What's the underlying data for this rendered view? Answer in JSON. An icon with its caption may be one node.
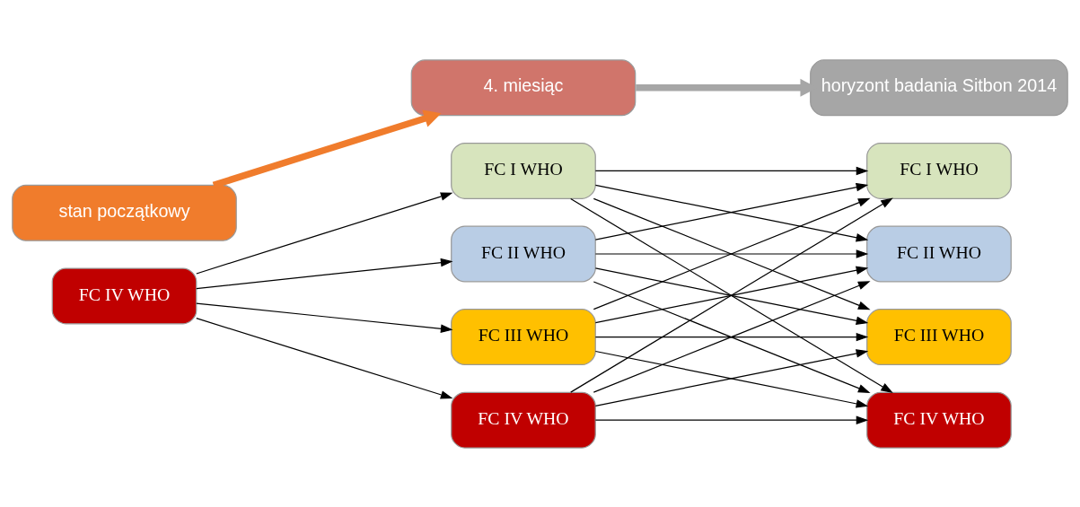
{
  "diagram": {
    "nodes": [
      {
        "text": [
          "stan początkowy"
        ]
      },
      {
        "text": [
          "4. miesiąc"
        ]
      },
      {
        "text": [
          "horyzont badania Sitbon 2014"
        ]
      },
      {
        "text": [
          "FC IV WHO"
        ]
      },
      {
        "text": [
          "FC I WHO"
        ]
      },
      {
        "text": [
          "FC II WHO"
        ]
      },
      {
        "text": [
          "FC III WHO"
        ]
      },
      {
        "text": [
          "FC IV WHO"
        ]
      },
      {
        "text": [
          "FC I WHO"
        ]
      },
      {
        "text": [
          "FC II WHO"
        ]
      },
      {
        "text": [
          "FC III WHO"
        ]
      },
      {
        "text": [
          "FC IV WHO"
        ]
      }
    ],
    "edges": [
      {
        "from": 0,
        "to": 1,
        "arrow": "to",
        "style": "thick",
        "color": "#f07c2c"
      },
      {
        "from": 1,
        "to": 2,
        "arrow": "to",
        "style": "thick",
        "color": "#a6a6a6"
      },
      {
        "from": 3,
        "to": 4,
        "arrow": "to"
      },
      {
        "from": 3,
        "to": 5,
        "arrow": "to"
      },
      {
        "from": 3,
        "to": 6,
        "arrow": "to"
      },
      {
        "from": 3,
        "to": 7,
        "arrow": "to"
      },
      {
        "from": 4,
        "to": 8,
        "arrow": "to"
      },
      {
        "from": 4,
        "to": 9,
        "arrow": "to"
      },
      {
        "from": 4,
        "to": 10,
        "arrow": "to"
      },
      {
        "from": 4,
        "to": 11,
        "arrow": "to"
      },
      {
        "from": 5,
        "to": 8,
        "arrow": "to"
      },
      {
        "from": 5,
        "to": 9,
        "arrow": "to"
      },
      {
        "from": 5,
        "to": 10,
        "arrow": "to"
      },
      {
        "from": 5,
        "to": 11,
        "arrow": "to"
      },
      {
        "from": 6,
        "to": 8,
        "arrow": "to"
      },
      {
        "from": 6,
        "to": 9,
        "arrow": "to"
      },
      {
        "from": 6,
        "to": 10,
        "arrow": "to"
      },
      {
        "from": 6,
        "to": 11,
        "arrow": "to"
      },
      {
        "from": 7,
        "to": 8,
        "arrow": "to"
      },
      {
        "from": 7,
        "to": 9,
        "arrow": "to"
      },
      {
        "from": 7,
        "to": 10,
        "arrow": "to"
      },
      {
        "from": 7,
        "to": 11,
        "arrow": "to"
      }
    ]
  }
}
